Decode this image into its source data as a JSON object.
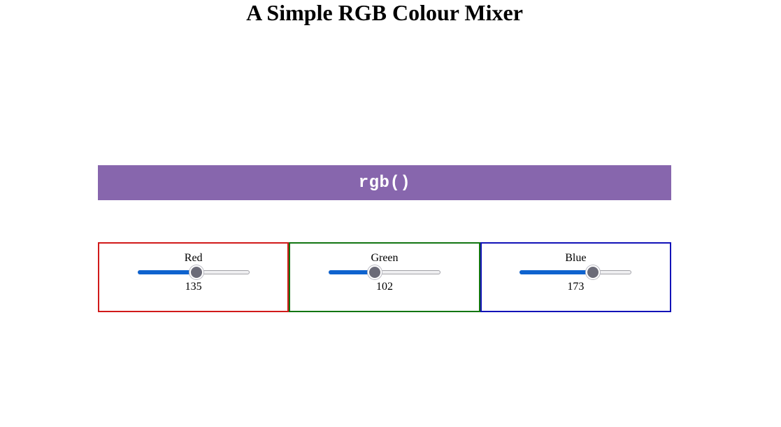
{
  "page": {
    "title": "A Simple RGB Colour Mixer"
  },
  "swatch": {
    "label": "rgb()"
  },
  "channels": [
    {
      "label": "Red",
      "value": "135",
      "max": 255,
      "border_color": "#d11a1a"
    },
    {
      "label": "Green",
      "value": "102",
      "max": 255,
      "border_color": "#127512"
    },
    {
      "label": "Blue",
      "value": "173",
      "max": 255,
      "border_color": "#1212b8"
    }
  ],
  "colors": {
    "slider_fill": "#0f63ce",
    "slider_thumb": "#6b6b78"
  }
}
